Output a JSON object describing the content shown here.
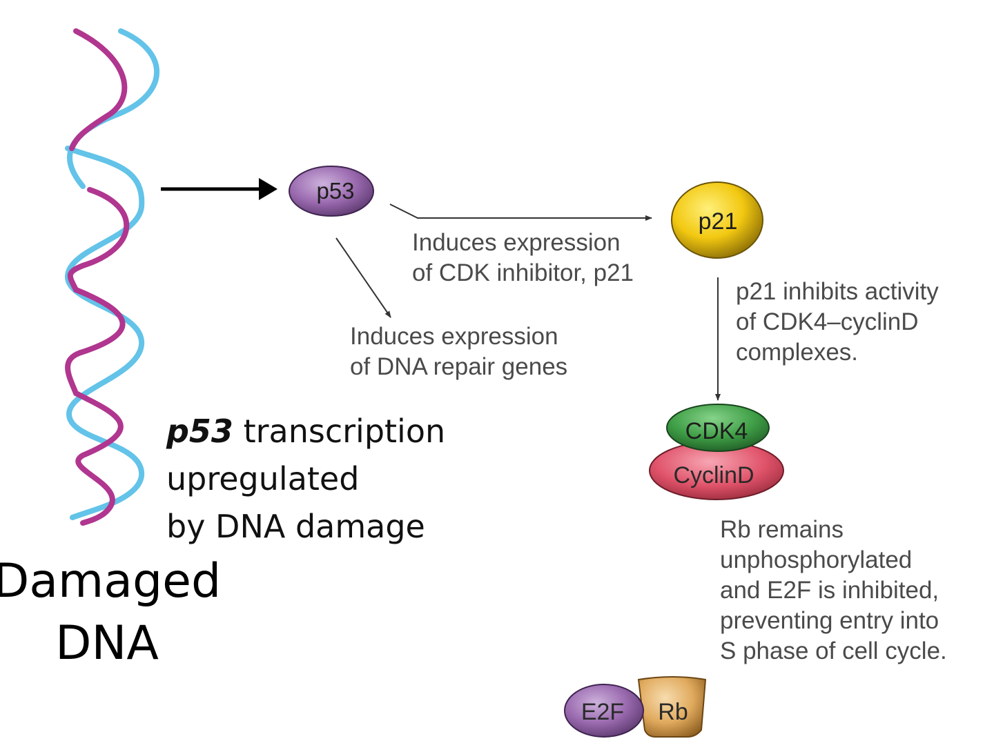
{
  "nodes": {
    "p53": "p53",
    "p21": "p21",
    "cdk4": "CDK4",
    "cyclind": "CyclinD",
    "e2f": "E2F",
    "rb": "Rb"
  },
  "labels": {
    "p21_expression": [
      "Induces expression",
      "of CDK inhibitor, p21"
    ],
    "dna_repair": [
      "Induces expression",
      "of DNA repair genes"
    ],
    "p21_inhibits": [
      "p21 inhibits activity",
      "of CDK4–cyclinD",
      "complexes."
    ],
    "rb_remains": [
      "Rb remains",
      "unphosphorylated",
      "and E2F is inhibited,",
      "preventing entry into",
      "S phase of cell cycle."
    ]
  },
  "caption": {
    "gene": "p53",
    "line1_rest": " transcription",
    "line2": "upregulated",
    "line3": "by DNA damage"
  },
  "dna_title": [
    "Damaged",
    "DNA"
  ],
  "colors": {
    "strand_magenta": "#b0368f",
    "strand_cyan": "#63c3e8",
    "p53": "#9b6bb0",
    "p21": "#f2c811",
    "cdk4": "#3f9e46",
    "cyclind": "#e0536a",
    "e2f": "#9b6bb0",
    "rb": "#e0aa5e"
  }
}
